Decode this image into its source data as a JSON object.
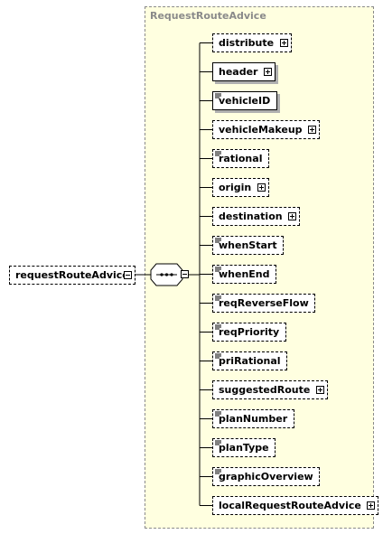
{
  "diagram": {
    "type_name": "RequestRouteAdvice",
    "root": {
      "label": "requestRouteAdvice",
      "optional": true,
      "expander": "minus-icon"
    },
    "compositor": {
      "kind": "sequence",
      "expander": "minus-icon"
    },
    "children": [
      {
        "label": "distribute",
        "optional": true,
        "has_children": true,
        "simple": false
      },
      {
        "label": "header",
        "optional": false,
        "has_children": true,
        "simple": false
      },
      {
        "label": "vehicleID",
        "optional": false,
        "has_children": false,
        "simple": true
      },
      {
        "label": "vehicleMakeup",
        "optional": true,
        "has_children": true,
        "simple": false
      },
      {
        "label": "rational",
        "optional": true,
        "has_children": false,
        "simple": true
      },
      {
        "label": "origin",
        "optional": true,
        "has_children": true,
        "simple": false
      },
      {
        "label": "destination",
        "optional": true,
        "has_children": true,
        "simple": false
      },
      {
        "label": "whenStart",
        "optional": true,
        "has_children": false,
        "simple": true
      },
      {
        "label": "whenEnd",
        "optional": true,
        "has_children": false,
        "simple": true
      },
      {
        "label": "reqReverseFlow",
        "optional": true,
        "has_children": false,
        "simple": true
      },
      {
        "label": "reqPriority",
        "optional": true,
        "has_children": false,
        "simple": true
      },
      {
        "label": "priRational",
        "optional": true,
        "has_children": false,
        "simple": true
      },
      {
        "label": "suggestedRoute",
        "optional": true,
        "has_children": true,
        "simple": false
      },
      {
        "label": "planNumber",
        "optional": true,
        "has_children": false,
        "simple": true
      },
      {
        "label": "planType",
        "optional": true,
        "has_children": false,
        "simple": true
      },
      {
        "label": "graphicOverview",
        "optional": true,
        "has_children": false,
        "simple": true
      },
      {
        "label": "localRequestRouteAdvice",
        "optional": true,
        "has_children": true,
        "simple": false
      }
    ],
    "colors": {
      "type_box_fill": "#ffffe0",
      "type_box_border": "#8a8a8a",
      "shadow": "#b0b0b0",
      "line": "#000000"
    }
  }
}
